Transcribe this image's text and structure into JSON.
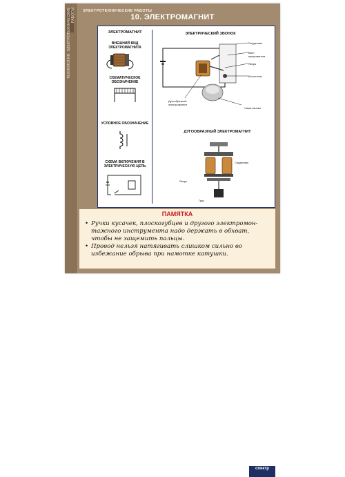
{
  "header": {
    "subject": "ЭЛЕКТРОТЕХНИЧЕСКИЕ РАБОТЫ",
    "title": "10. ЭЛЕКТРОМАГНИТ",
    "side_label": "ТЕХНОЛОГИЯ. ЭЛЕКТРОТЕХНИЧЕСКИЕ РАБОТЫ"
  },
  "left_column": {
    "heading": "ЭЛЕКТРОМАГНИТ",
    "sections": [
      {
        "label": "ВНЕШНИЙ ВИД ЭЛЕКТРОМАГНИТА"
      },
      {
        "label": "СХЕМАТИЧЕСКОЕ ОБОЗНАЧЕНИЕ"
      },
      {
        "label": "УСЛОВНОЕ ОБОЗНАЧЕНИЕ"
      },
      {
        "label": "СХЕМА ВКЛЮЧЕНИЯ В ЭЛЕКТРИЧЕСКУЮ ЦЕПЬ"
      }
    ]
  },
  "bell": {
    "heading": "ЭЛЕКТРИЧЕСКИЙ ЗВОНОК",
    "labels": {
      "holder": "Сердечник",
      "screw": "Винт прерывателя",
      "anchor": "Якорь",
      "hammer": "Молоточек",
      "magnet": "Дугообразный электромагнит",
      "cup": "Чаша звонка"
    }
  },
  "arc_magnet": {
    "heading": "ДУГООБРАЗНЫЙ ЭЛЕКТРОМАГНИТ",
    "labels": {
      "core": "Сердечник",
      "anchor": "Якорь",
      "load": "Груз"
    }
  },
  "memo": {
    "title": "ПАМЯТКА",
    "items": [
      "Ручки кусачек, плоскогубцев и другого электромон-тажного инструмента надо держать в обхват, чтобы не защемить пальцы.",
      "Провод нельзя натягивать слишком сильно во избежание обрыва при намотке катушки."
    ],
    "bullet": "•"
  },
  "logo": {
    "text": "спектр"
  },
  "colors": {
    "poster": "#a38b6f",
    "frame": "#1f2f70",
    "memo_bg": "#fbf0dc",
    "memo_title": "#c81d1d"
  }
}
